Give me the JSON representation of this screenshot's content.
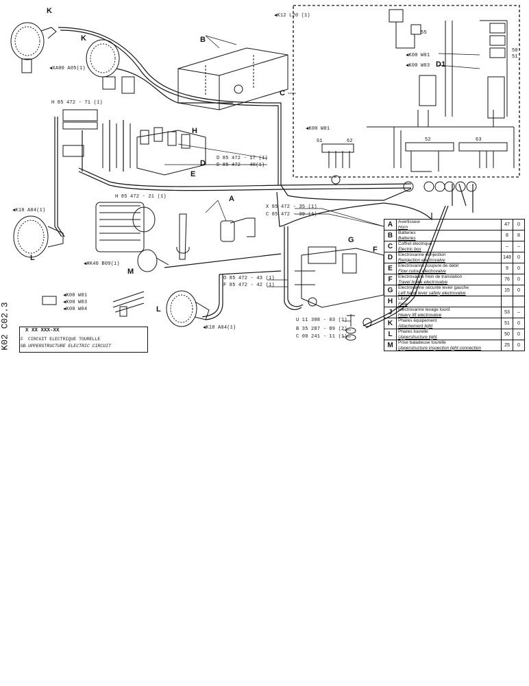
{
  "labels": {
    "k12": "◀K12 L20 (1)",
    "k_top": "K",
    "k2": "K",
    "b": "B",
    "c": "C",
    "h": "H",
    "d": "D",
    "e": "E",
    "a": "A",
    "g": "G",
    "f": "F",
    "l1": "L",
    "l2": "L",
    "m": "M",
    "xa00": "◀XA00 A05(1)",
    "h85_71": "H 85 472 - 71 (1)",
    "d85_17": "D 85 472 - 17 (1)",
    "d85_40": "D 85 472 - 40(1)",
    "h85_21": "H 85 472 - 21 (1)",
    "x85_35": "X 85 472 - 35 (1)",
    "c85_39": "C 85 472 - 39 (1)",
    "o85_43": "O 85 472 - 43 (1)",
    "f85_42": "F 85 472 - 42 (1)",
    "u11": "U 11 398 - 03 (1)",
    "b35": "B 35 287 - 89 (2)",
    "c00": "C 00 241 - 11 (1)",
    "k18a": "◀K18 A04(1)",
    "k18b": "◀K18 A04(1)",
    "hk40": "◀HK40 B09(1)",
    "k00w01a": "◀K00 W01",
    "k00w03a": "◀K00 W03",
    "k00w01b": "◀K00 W01",
    "k00w01c": "◀K00 W01",
    "k00w03b": "◀K00 W03",
    "k00w04": "◀K00 W04",
    "d1": "D1",
    "n55": "55",
    "n61": "61",
    "n62": "62",
    "n52": "52",
    "n63": "63",
    "n50": "50",
    "n51": "51"
  },
  "side_code": "K02 C02.3",
  "title_block": {
    "ref": "X XX XXX-XX",
    "fr": "CIRCUIT ELECTRIQUE TOURELLE",
    "en": "UPPERSTRUCTURE ELECTRIC CIRCUIT",
    "lang_fr": "F",
    "lang_gb": "GB"
  },
  "legend": [
    {
      "code": "A",
      "fr": "Avertisseur",
      "en": "Horn",
      "n1": "47",
      "n2": "0"
    },
    {
      "code": "B",
      "fr": "Batteries",
      "en": "Batteries",
      "n1": "8",
      "n2": "8"
    },
    {
      "code": "C",
      "fr": "Coffret électrique",
      "en": "Electric box",
      "n1": "–",
      "n2": "–"
    },
    {
      "code": "D",
      "fr": "Electrovanne réinjection",
      "en": "Reinjection electrovalve",
      "n1": "148",
      "n2": "0"
    },
    {
      "code": "E",
      "fr": "Electrovanne coupure de débit",
      "en": "Flow cutout electrovalve",
      "n1": "9",
      "n2": "0"
    },
    {
      "code": "F",
      "fr": "Electrovanne frein de translation",
      "en": "Travel brake electrovalve",
      "n1": "76",
      "n2": "0"
    },
    {
      "code": "G",
      "fr": "Electrovanne sécurité levier gauche",
      "en": "Left hand lever safety electrovalve",
      "n1": "15",
      "n2": "0"
    },
    {
      "code": "H",
      "fr": "Libre",
      "en": "Free",
      "n1": "",
      "n2": ""
    },
    {
      "code": "J",
      "fr": "Electrovanne levage lourd",
      "en": "Heavy lift electrovalve",
      "n1": "53",
      "n2": "–"
    },
    {
      "code": "K",
      "fr": "Phares équipement",
      "en": "Attachement light",
      "n1": "51",
      "n2": "0"
    },
    {
      "code": "L",
      "fr": "Phares tourelle",
      "en": "Upperstructure light",
      "n1": "50",
      "n2": "0"
    },
    {
      "code": "M",
      "fr": "Prise baladeuse tourelle",
      "en": "Upperstructure inspection light connection",
      "n1": "25",
      "n2": "0"
    }
  ]
}
